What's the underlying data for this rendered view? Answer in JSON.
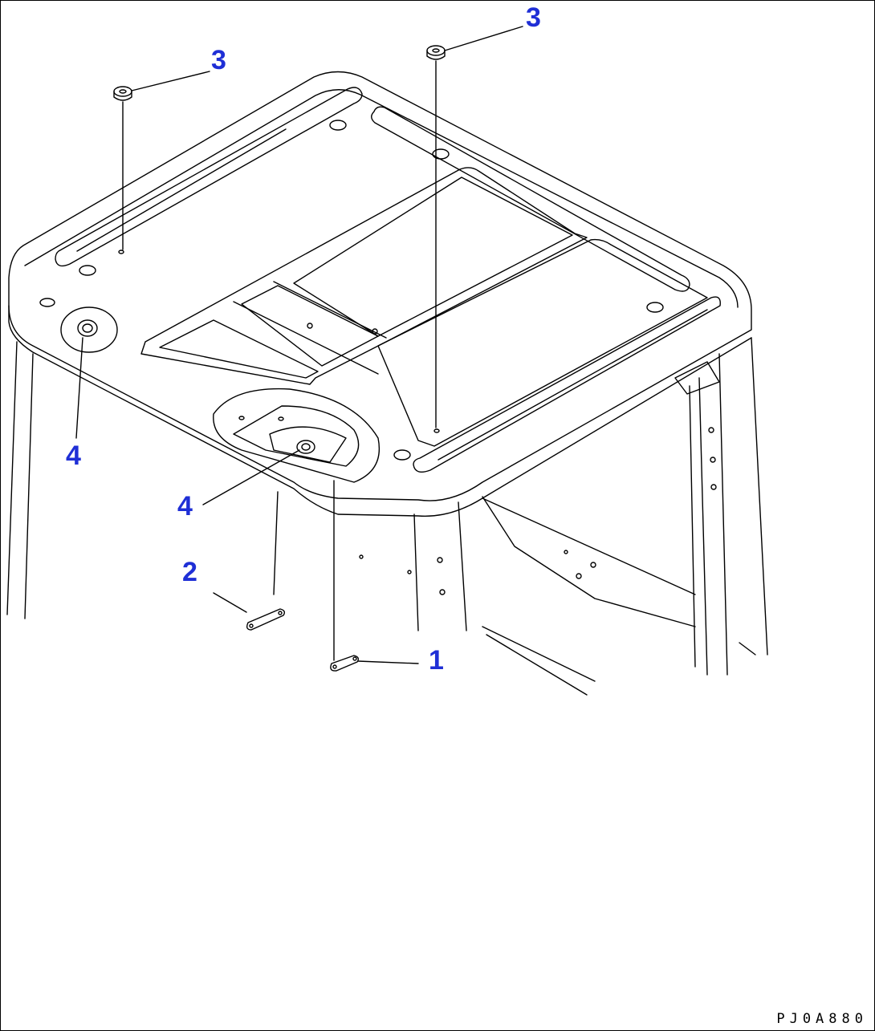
{
  "diagram": {
    "callout_color": "#1f2fd6",
    "line_color": "#000000",
    "callouts": [
      {
        "id": "c3-left",
        "label": "3"
      },
      {
        "id": "c3-right",
        "label": "3"
      },
      {
        "id": "c4-left",
        "label": "4"
      },
      {
        "id": "c4-mid",
        "label": "4"
      },
      {
        "id": "c2",
        "label": "2"
      },
      {
        "id": "c1",
        "label": "1"
      }
    ],
    "drawing_code": "PJ0A880"
  }
}
